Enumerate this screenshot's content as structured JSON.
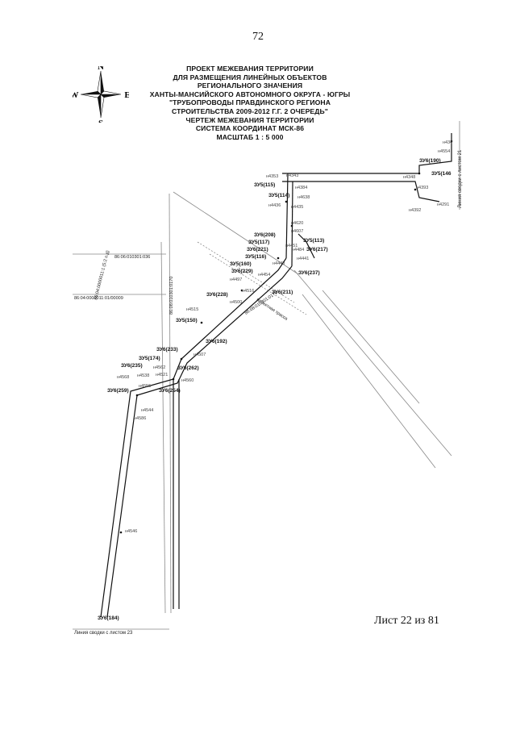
{
  "page_number": "72",
  "title_lines": [
    "ПРОЕКТ МЕЖЕВАНИЯ ТЕРРИТОРИИ",
    "ДЛЯ РАЗМЕЩЕНИЯ ЛИНЕЙНЫХ ОБЪЕКТОВ",
    "РЕГИОНАЛЬНОГО ЗНАЧЕНИЯ",
    "ХАНТЫ-МАНСИЙСКОГО АВТОНОМНОГО ОКРУГА - ЮГРЫ",
    "\"ТРУБОПРОВОДЫ ПРАВДИНСКОГО РЕГИОНА",
    "СТРОИТЕЛЬСТВА 2009-2012 Г.Г. 2 ОЧЕРЕДЬ\"",
    "ЧЕРТЕЖ МЕЖЕВАНИЯ ТЕРРИТОРИИ",
    "СИСТЕМА КООРДИНАТ МСК-86",
    "МАСШТАБ 1 : 5 000"
  ],
  "compass": {
    "n": "N",
    "s": "S",
    "w": "W",
    "e": "E"
  },
  "sheet_label": "Лист 22 из 81",
  "match_lines": {
    "right": "Линия сводки с листом 21",
    "bottom": "Линия сводки с листом 23"
  },
  "parcel_labels": {
    "zu6_190": "ЗУ6(190)",
    "zu5_146": "ЗУ5(146",
    "zu5_115": "ЗУ5(115)",
    "zu5_114": "ЗУ5(114)",
    "zu6_208": "ЗУ6(208)",
    "zu5_117": "ЗУ5(117)",
    "zu5_113": "ЗУ5(113)",
    "zu6_221": "ЗУ6(221)",
    "zu6_217": "ЗУ6(217)",
    "zu5_116": "ЗУ5(116)",
    "zu5_160": "ЗУ5(160)",
    "zu6_229": "ЗУ6(229)",
    "zu6_237": "ЗУ6(237)",
    "zu6_228": "ЗУ6(228)",
    "zu6_211": "ЗУ6(211)",
    "zu5_150": "ЗУ5(150)",
    "zu6_192": "ЗУ6(192)",
    "zu6_233": "ЗУ6(233)",
    "zu5_174": "ЗУ5(174)",
    "zu6_235": "ЗУ6(235)",
    "zu6_262": "ЗУ6(262)",
    "zu6_259": "ЗУ6(259)",
    "zu6_254": "ЗУ6(254)",
    "zu6_184": "ЗУ6(184)"
  },
  "point_labels": {
    "p4345": "н434",
    "p4554": "н4554",
    "p4353": "н4353",
    "p4343": "н4343",
    "p4348": "н4348",
    "p4393": "н4393",
    "p4384": "н4384",
    "p4291": "н4291",
    "p4638": "н4638",
    "p4392": "н4392",
    "p4436": "н4436",
    "p4435": "н4435",
    "p4620": "н4620",
    "p4607": "н4607",
    "p4451": "н4451",
    "p4484": "н4484",
    "p4441": "н4441",
    "p4448": "н4448",
    "p4454": "н4454",
    "p4497": "н4497",
    "p4516": "н4516",
    "p4500": "н4500",
    "p4515": "н4515",
    "p4507": "н4507",
    "p4562": "н4562",
    "p4568": "н4568",
    "p4538": "н4538",
    "p4521": "н4521",
    "p4560": "н4560",
    "p4555": "н4555",
    "p4544": "н4544",
    "p4586": "н4586",
    "p4546": "н4546"
  },
  "cadastral_labels": {
    "c1": "86:06:010301:036",
    "c2": "86:04:0000011:1 (5:2 о.д)",
    "c3": "86:04:0000011:01/00009",
    "c4": "86:08:010301:0170",
    "c5": "86:08:010301:0171",
    "c6": "проектная трасса"
  }
}
